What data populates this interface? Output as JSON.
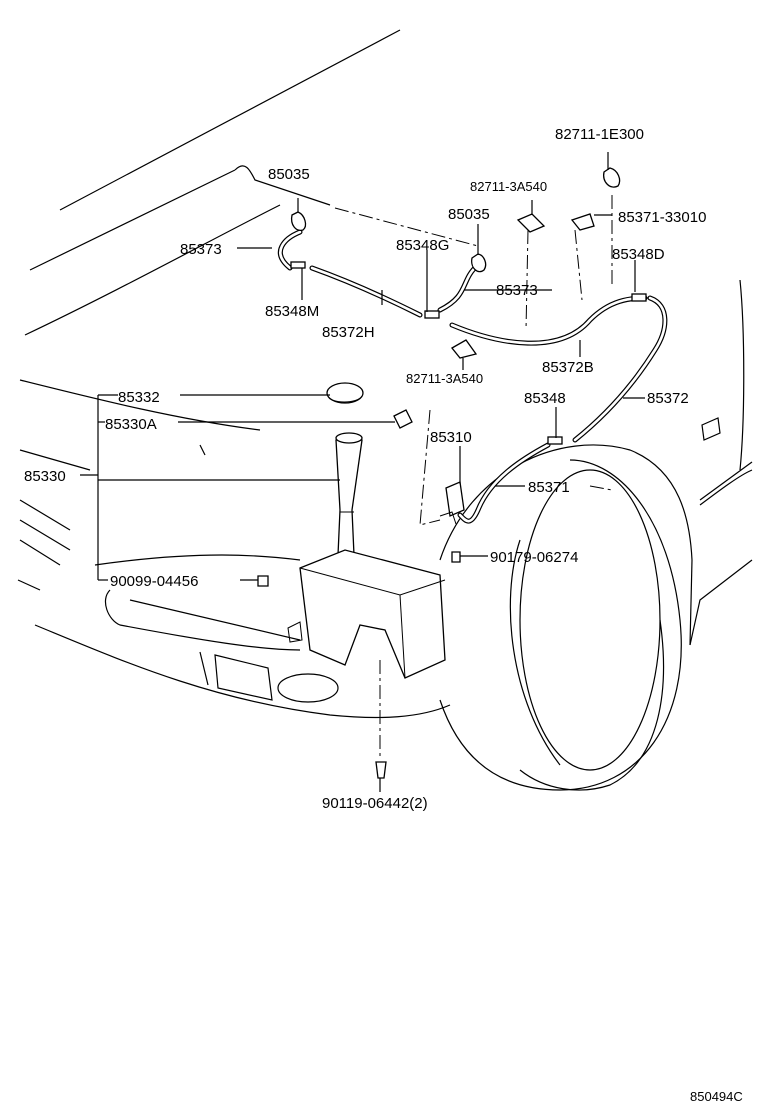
{
  "labels": {
    "p82711_1E300": "82711-1E300",
    "p85035_a": "85035",
    "p82711_3A540_a": "82711-3A540",
    "p85035_b": "85035",
    "p85371_33010": "85371-33010",
    "p85373_a": "85373",
    "p85348G": "85348G",
    "p85348D": "85348D",
    "p85373_b": "85373",
    "p85348M": "85348M",
    "p85372H": "85372H",
    "p85372B": "85372B",
    "p82711_3A540_b": "82711-3A540",
    "p85332": "85332",
    "p85348": "85348",
    "p85372": "85372",
    "p85330A": "85330A",
    "p85310": "85310",
    "p85330": "85330",
    "p85371": "85371",
    "p90179_06274": "90179-06274",
    "p90099_04456": "90099-04456",
    "p90119_06442": "90119-06442(2)"
  },
  "figure_code": "850494C"
}
